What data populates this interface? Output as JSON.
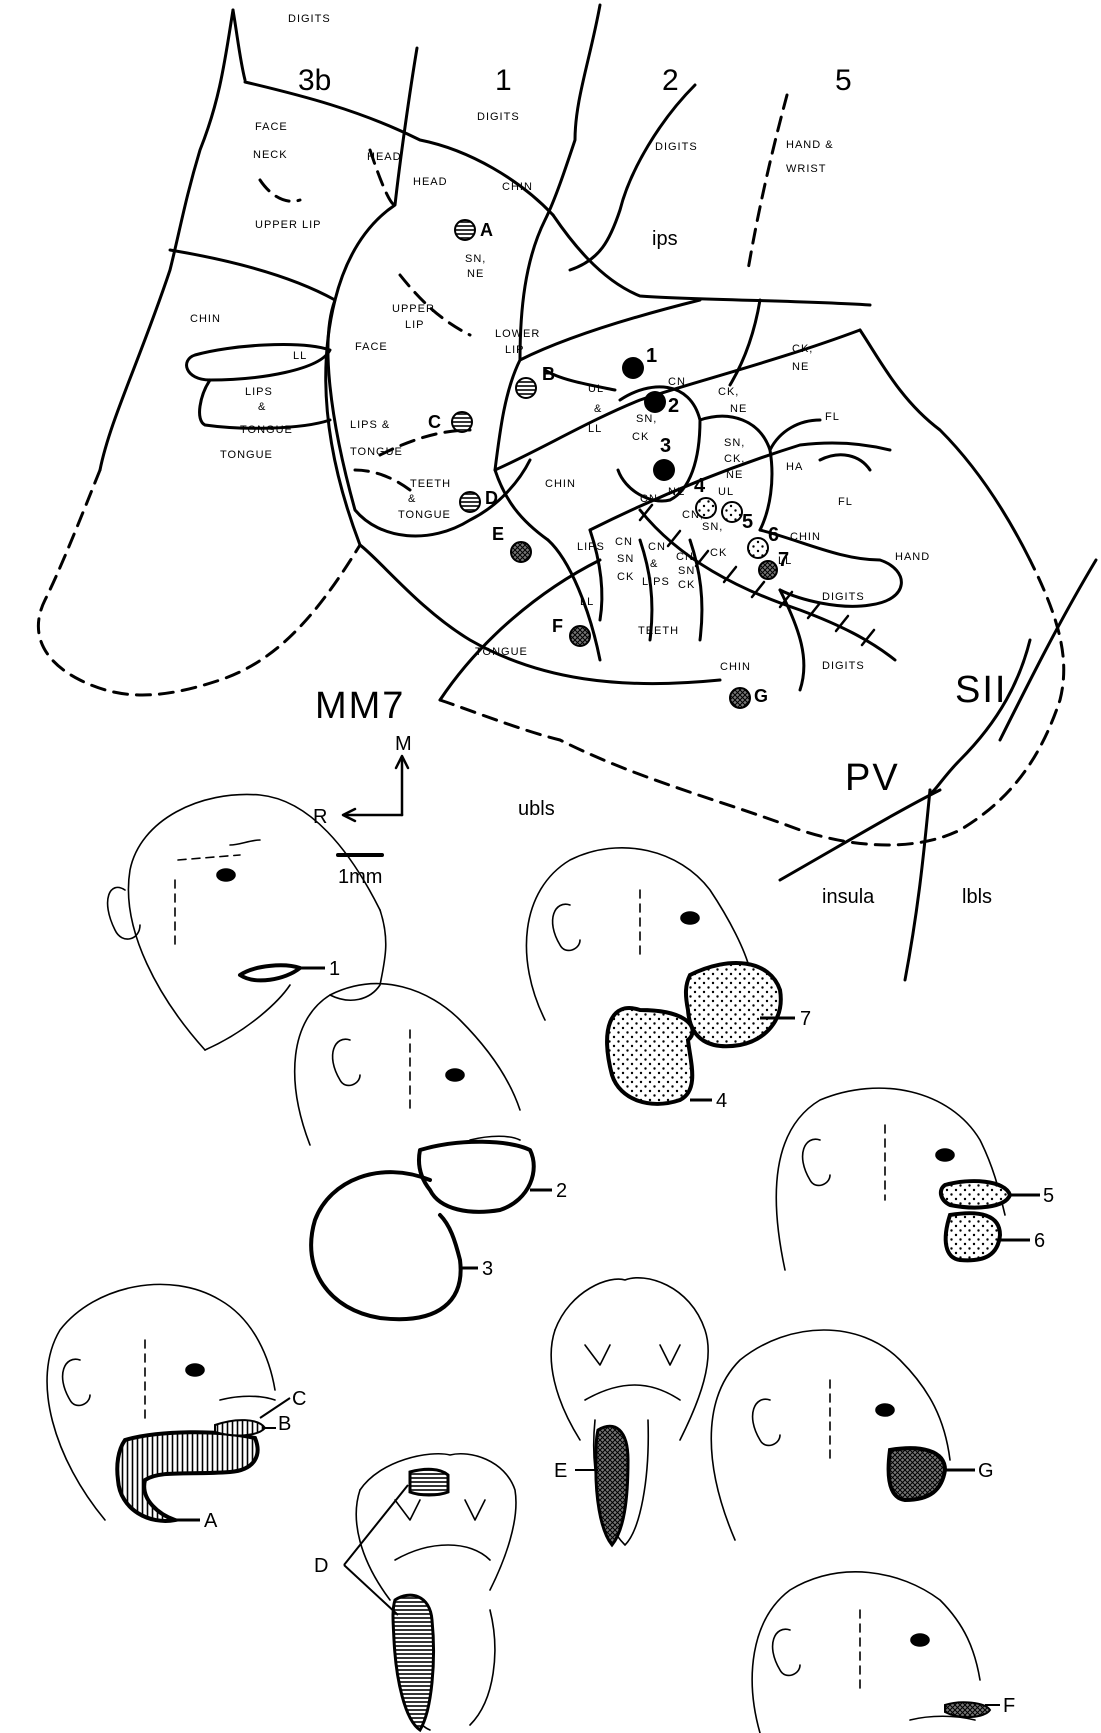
{
  "map": {
    "figure_id": "MM7",
    "area_labels": {
      "a3b": "3b",
      "a1": "1",
      "a2": "2",
      "a5": "5",
      "sii": "SII",
      "pv": "PV",
      "ips": "ips",
      "ubls": "ubls",
      "insula": "insula",
      "lbls": "lbls"
    },
    "orientation": {
      "medial": "M",
      "rostral": "R",
      "scale": "1mm"
    },
    "region_labels": {
      "digits_top": "DIGITS",
      "face_neck_1": "FACE",
      "face_neck_2": "NECK",
      "upper_lip_3b": "UPPER LIP",
      "chin_left": "CHIN",
      "ll_left": "LL",
      "lips_tongue_3b_1": "LIPS",
      "lips_tongue_3b_2": "&",
      "lips_tongue_3b_3": "TONGUE",
      "tongue_left": "TONGUE",
      "digits_1": "DIGITS",
      "head_1": "HEAD",
      "head_2": "HEAD",
      "chin_1": "CHIN",
      "sn_ne_1": "SN,",
      "sn_ne_2": "NE",
      "upper_lip_1a": "UPPER",
      "upper_lip_1b": "LIP",
      "face_1": "FACE",
      "lower_lip_1": "LOWER",
      "lower_lip_2": "LIP",
      "lips_tongue_1a": "LIPS &",
      "lips_tongue_1b": "TONGUE",
      "teeth_tongue_1": "TEETH",
      "teeth_tongue_2": "&",
      "teeth_tongue_3": "TONGUE",
      "digits_2": "DIGITS",
      "hand_wrist_1": "HAND &",
      "hand_wrist_2": "WRIST",
      "ul_ll_1": "UL",
      "ul_ll_2": "&",
      "ul_ll_3": "LL",
      "cn_a": "CN",
      "sn_ck_1": "SN,",
      "sn_ck_2": "CK",
      "ck_ne_1": "CK,",
      "ck_ne_2": "NE",
      "ck_ne_r1": "CK,",
      "ck_ne_r2": "NE",
      "fl_1": "FL",
      "fl_2": "FL",
      "sn_ck_ne_1": "SN,",
      "sn_ck_ne_2": "CK,",
      "sn_ck_ne_3": "NE",
      "ha": "HA",
      "chin_mid": "CHIN",
      "cn_ne_1": "CN",
      "cn_ne_2": "NE",
      "cn_b": "CN,",
      "ul_mid": "UL",
      "sn_ck_b1": "SN,",
      "sn_ck_b2": "CK",
      "chin_r": "CHIN",
      "ll_r": "LL",
      "hand": "HAND",
      "digits_3": "DIGITS",
      "digits_4": "DIGITS",
      "lips_a": "LIPS",
      "cn_sn_ck_1": "CN",
      "cn_sn_ck_2": "SN",
      "cn_sn_ck_3": "CK",
      "cn_lips_1": "CN",
      "cn_lips_2": "&",
      "cn_lips_3": "LIPS",
      "cn_sn_ck_b1": "CN",
      "cn_sn_ck_b2": "SN",
      "cn_sn_ck_b3": "CK",
      "ll_low": "LL",
      "teeth": "TEETH",
      "tongue_low": "TONGUE",
      "chin_low": "CHIN"
    },
    "site_labels": {
      "s1": "1",
      "s2": "2",
      "s3": "3",
      "s4": "4",
      "s5": "5",
      "s6": "6",
      "s7": "7",
      "sA": "A",
      "sB": "B",
      "sC": "C",
      "sD": "D",
      "sE": "E",
      "sF": "F",
      "sG": "G"
    }
  },
  "drawings": {
    "callouts": {
      "c1": "1",
      "c2": "2",
      "c3": "3",
      "c4": "4",
      "c5": "5",
      "c6": "6",
      "c7": "7",
      "cA": "A",
      "cB": "B",
      "cC": "C",
      "cD": "D",
      "cE": "E",
      "cF": "F",
      "cG": "G"
    }
  }
}
